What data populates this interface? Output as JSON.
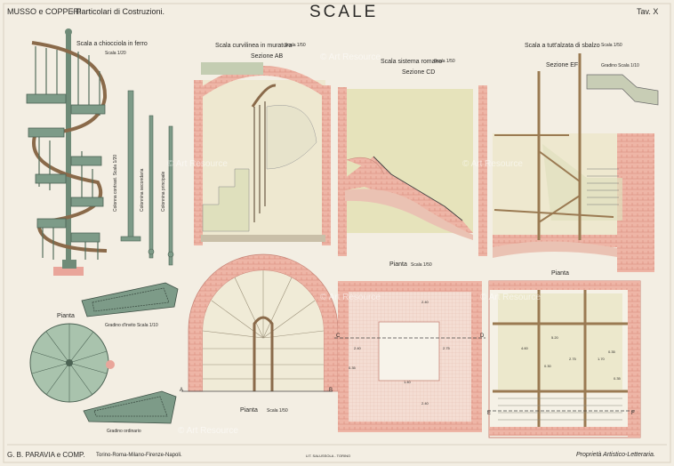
{
  "plate": {
    "title": "SCALE",
    "authors": "MUSSO e COPPERI",
    "subtitle": "- Particolari di Costruzioni.",
    "plate_no": "Tav. X",
    "publisher": "G. B. PARAVIA e COMP.",
    "publisher_cities": "Torino-Roma-Milano-Firenze-Napoli.",
    "printer": "LIT. SALUSSOLA - TORINO",
    "rights": "Proprietà Artistico-Letteraria.",
    "watermark": "© Art Resource"
  },
  "sections": {
    "iron": {
      "title": "Scala a chiocciola in ferro",
      "scale": "Scala 1/20"
    },
    "masonry": {
      "title": "Scala curvilinea in muratura",
      "scale": "Scala 1/50",
      "section": "Sezione AB"
    },
    "roman": {
      "title": "Scala sistema romano",
      "scale": "Scala 1/50",
      "section": "Sezione CD"
    },
    "scaffold": {
      "title": "Scala a tutt'alzata di sbalzo",
      "scale": "Scala 1/50",
      "section": "Sezione EF",
      "step": "Gradino Scala 1/10"
    }
  },
  "labels": {
    "col_contrast": "Colonna contrast. Scala 1/20",
    "col_secondary": "Colonnina secondaria",
    "col_principal": "Colonnina principale",
    "pianta": "Pianta",
    "invito": "Gradino d'invito Scala 1/10",
    "ordinario": "Gradino ordinario",
    "pianta_scale": "Scala 1/50",
    "letters": [
      "A",
      "B",
      "C",
      "D",
      "E",
      "F"
    ],
    "dims": [
      "2.40",
      "0.35",
      "2.75",
      "2.40",
      "2.40",
      "1.40",
      "5.20",
      "4.60",
      "0.30",
      "2.75",
      "0.35",
      "1.70",
      "0.35"
    ]
  }
}
